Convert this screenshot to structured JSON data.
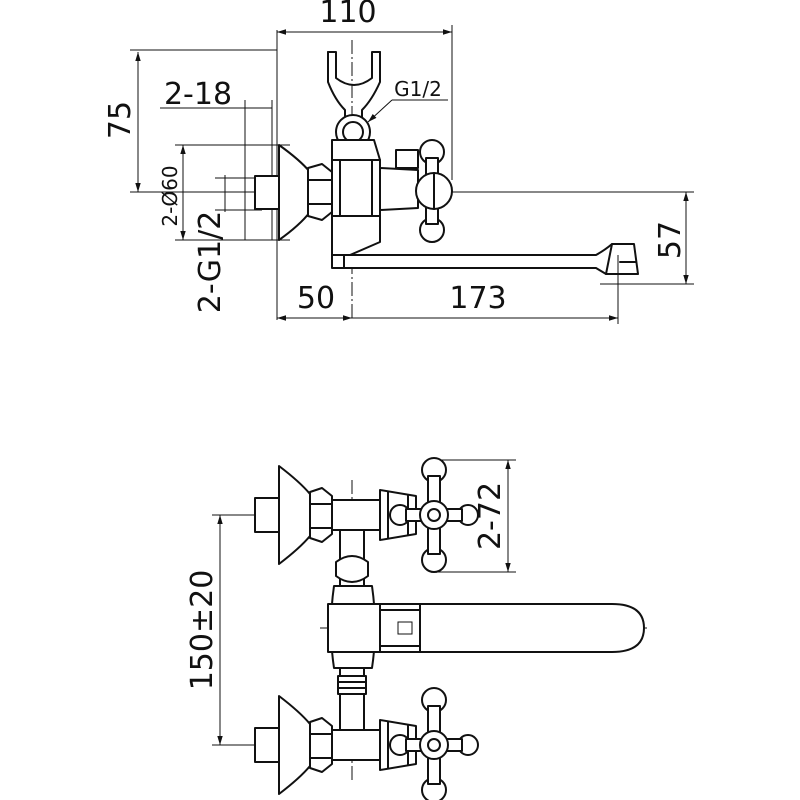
{
  "top_view": {
    "dim_width": "110",
    "dim_height": "75",
    "dim_inlet": "2-18",
    "dim_thread_shower": "G1/2",
    "dim_diameter": "2-Ø60",
    "dim_thread_inlet": "2-G1/2",
    "dim_offset": "50",
    "dim_spout": "173",
    "dim_spout_height": "57"
  },
  "front_view": {
    "dim_handle": "2-72",
    "dim_center": "150±20"
  }
}
